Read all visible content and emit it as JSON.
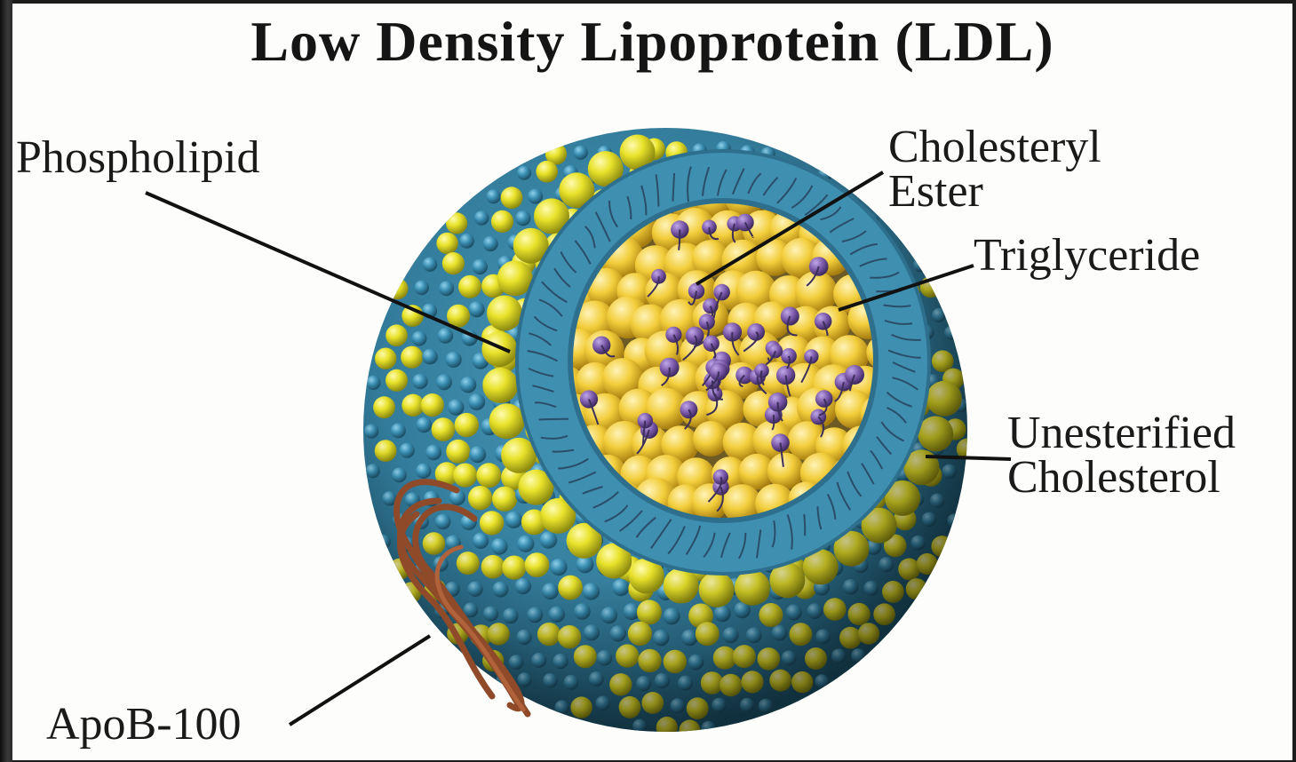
{
  "title": "Low Density Lipoprotein (LDL)",
  "labels": {
    "phospholipid": "Phospholipid",
    "cholesteryl_ester_line1": "Cholesteryl",
    "cholesteryl_ester_line2": "Ester",
    "triglyceride": "Triglyceride",
    "unesterified_line1": "Unesterified",
    "unesterified_line2": "Cholesterol",
    "apob": "ApoB-100"
  },
  "colors": {
    "background": "#fdfdfb",
    "shell_blue": "#3f8fb0",
    "phospholipid_yellow": "#e6e02a",
    "core_yellow": "#f2cf3a",
    "cholesterol_purple": "#7a5aa6",
    "protein_brown": "#9a4e2e"
  }
}
